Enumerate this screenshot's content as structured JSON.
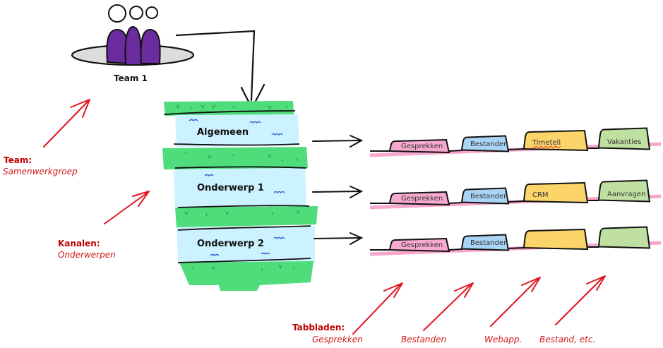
{
  "team": {
    "name": "Team 1",
    "figure_color": "#6a2c9e",
    "platform_color": "#dcdcdc"
  },
  "channels": [
    {
      "name": "Algemeen"
    },
    {
      "name": "Onderwerp 1"
    },
    {
      "name": "Onderwerp 2"
    }
  ],
  "tab_rows": [
    {
      "tabs": [
        "Gesprekken",
        "Bestanden",
        "Timetell",
        "Vakanties"
      ]
    },
    {
      "tabs": [
        "Gesprekken",
        "Bestanden",
        "CRM",
        "Aanvragen"
      ]
    },
    {
      "tabs": [
        "Gesprekken",
        "Bestanden",
        "",
        ""
      ]
    }
  ],
  "tab_colors": [
    "#f8a9cf",
    "#a9d4f5",
    "#fbd56a",
    "#bfe0a0"
  ],
  "colors": {
    "grass": "#4fdc7b",
    "water": "#cdf2ff",
    "annotation": "#e0161f",
    "underline": "#f7a6cc"
  },
  "annotations": {
    "team": {
      "title": "Team:",
      "subtitle": "Samenwerkgroep"
    },
    "channels": {
      "title": "Kanalen:",
      "subtitle": "Onderwerpen"
    },
    "tabs": {
      "title": "Tabbladen:",
      "items": [
        "Gesprekken",
        "Bestanden",
        "Webapp.",
        "Bestand, etc."
      ]
    }
  }
}
